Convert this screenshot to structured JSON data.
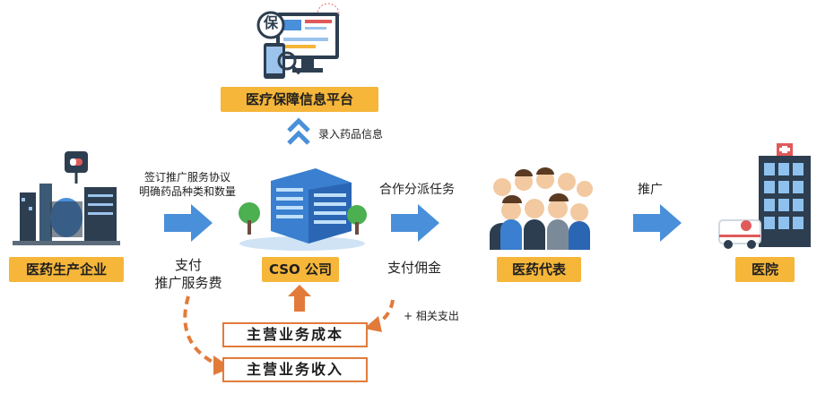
{
  "nodes": {
    "platform": "医疗保障信息平台",
    "manufacturer": "医药生产企业",
    "cso": "CSO 公司",
    "reps": "医药代表",
    "hospital": "医院"
  },
  "icon_text": {
    "bao": "保"
  },
  "edges": {
    "record_info": "录入药品信息",
    "sign_agreement_1": "签订推广服务协议",
    "sign_agreement_2": "明确药品种类和数量",
    "pay_fee_1": "支付",
    "pay_fee_2": "推广服务费",
    "assign_tasks": "合作分派任务",
    "pay_commission": "支付佣金",
    "promote": "推广",
    "related_expenses": "+ 相关支出"
  },
  "boxes": {
    "cost": "主营业务成本",
    "revenue": "主营业务收入"
  },
  "colors": {
    "label_bg": "#f5b63a",
    "arrow_blue": "#4a8fd9",
    "accent_orange": "#e27b3a"
  }
}
